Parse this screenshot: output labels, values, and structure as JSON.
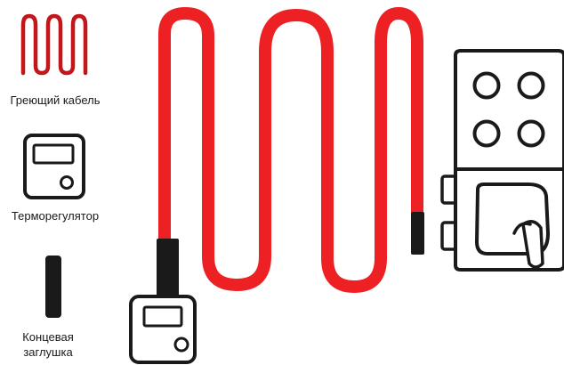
{
  "legend": {
    "heating_cable_label": "Греющий кабель",
    "thermostat_label": "Терморегулятор",
    "end_cap_label_line1": "Концевая",
    "end_cap_label_line2": "заглушка"
  },
  "colors": {
    "cable": "#ed2024",
    "cable_dark": "#c3161b",
    "outline": "#1a1a1a",
    "cap": "#1a1a1a",
    "background": "#ffffff"
  }
}
